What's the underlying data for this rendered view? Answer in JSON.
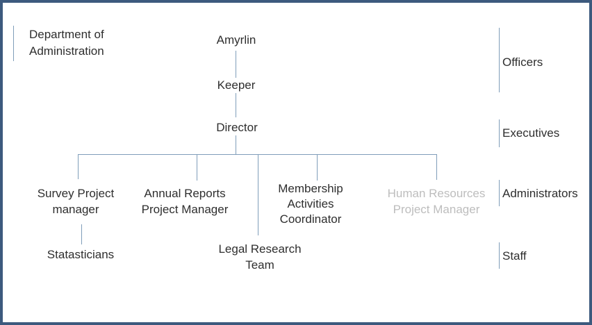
{
  "page": {
    "background": "#ffffff",
    "border_color": "#3d5a7e",
    "connector_color": "#7f9db9",
    "text_color": "#2e2e2e",
    "muted_text_color": "#bdbdbd"
  },
  "department": {
    "label": "Department of Administration"
  },
  "nodes": {
    "amyrlin": "Amyrlin",
    "keeper": "Keeper",
    "director": "Director",
    "survey_project_manager": "Survey Project manager",
    "annual_reports_project_manager": "Annual Reports Project Manager",
    "membership_activities_coordinator": "Membership Activities Coordinator",
    "human_resources_project_manager": "Human Resources Project Manager",
    "legal_research_team": "Legal Research Team",
    "statasticians": "Statasticians"
  },
  "tier_labels": {
    "officers": "Officers",
    "executives": "Executives",
    "administrators": "Administrators",
    "staff": "Staff"
  }
}
